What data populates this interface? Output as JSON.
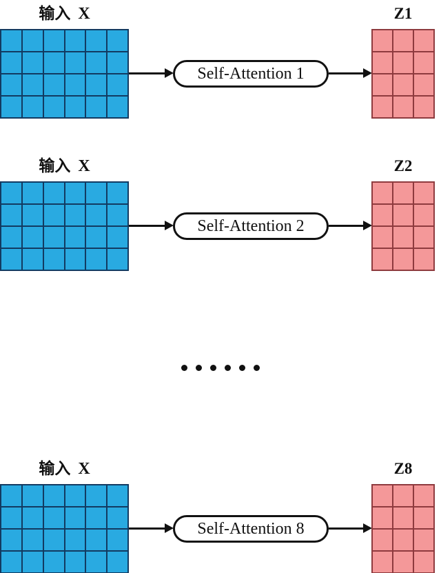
{
  "diagram": {
    "title_hint": "multi-head self-attention",
    "colors": {
      "input_fill": "#29aae1",
      "input_line": "#123a61",
      "output_fill": "#f49899",
      "output_line": "#8e3a3e",
      "stroke": "#111111"
    },
    "separator": {
      "dots": 6
    },
    "rows": [
      {
        "input_word": "输入",
        "input_var": "X",
        "pill_label": "Self-Attention 1",
        "output_label": "Z1",
        "input_grid": {
          "rows": 4,
          "cols": 6
        },
        "output_grid": {
          "rows": 4,
          "cols": 3
        }
      },
      {
        "input_word": "输入",
        "input_var": "X",
        "pill_label": "Self-Attention 2",
        "output_label": "Z2",
        "input_grid": {
          "rows": 4,
          "cols": 6
        },
        "output_grid": {
          "rows": 4,
          "cols": 3
        }
      },
      {
        "input_word": "输入",
        "input_var": "X",
        "pill_label": "Self-Attention 8",
        "output_label": "Z8",
        "input_grid": {
          "rows": 4,
          "cols": 6
        },
        "output_grid": {
          "rows": 4,
          "cols": 3
        }
      }
    ]
  }
}
